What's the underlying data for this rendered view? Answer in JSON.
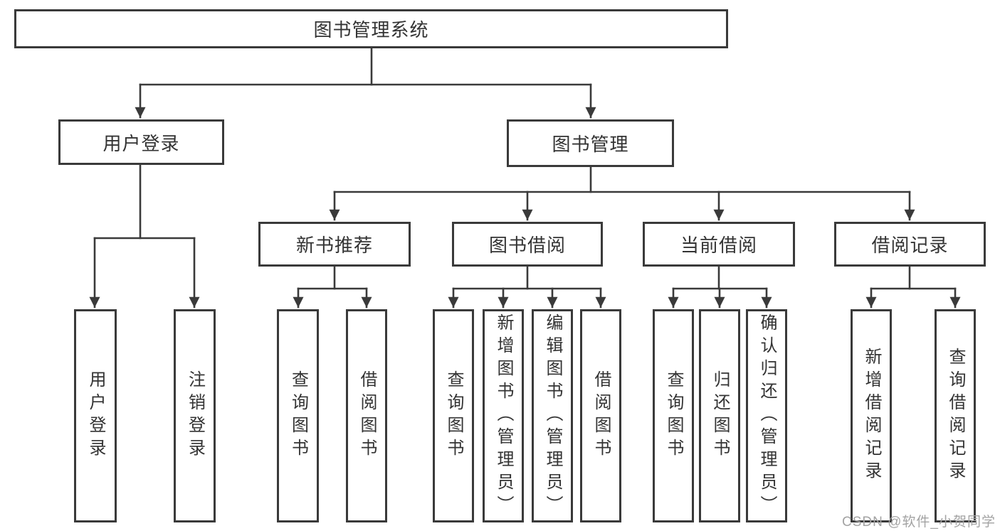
{
  "diagram": {
    "root": {
      "label": "图书管理系统"
    },
    "level2": [
      {
        "label": "用户登录"
      },
      {
        "label": "图书管理"
      }
    ],
    "level3": [
      {
        "label": "新书推荐",
        "parent": "图书管理"
      },
      {
        "label": "图书借阅",
        "parent": "图书管理"
      },
      {
        "label": "当前借阅",
        "parent": "图书管理"
      },
      {
        "label": "借阅记录",
        "parent": "图书管理"
      }
    ],
    "leaves": [
      {
        "label": "用户登录",
        "parent": "用户登录"
      },
      {
        "label": "注销登录",
        "parent": "用户登录"
      },
      {
        "label": "查询图书",
        "parent": "新书推荐"
      },
      {
        "label": "借阅图书",
        "parent": "新书推荐"
      },
      {
        "label": "查询图书",
        "parent": "图书借阅"
      },
      {
        "label": "新增图书（管理员）",
        "parent": "图书借阅"
      },
      {
        "label": "编辑图书（管理员）",
        "parent": "图书借阅"
      },
      {
        "label": "借阅图书",
        "parent": "图书借阅"
      },
      {
        "label": "查询图书",
        "parent": "当前借阅"
      },
      {
        "label": "归还图书",
        "parent": "当前借阅"
      },
      {
        "label": "确认归还（管理员）",
        "parent": "当前借阅"
      },
      {
        "label": "新增借阅记录",
        "parent": "借阅记录"
      },
      {
        "label": "查询借阅记录",
        "parent": "借阅记录"
      }
    ]
  },
  "watermark": "CSDN @软件_小贺同学",
  "colors": {
    "line": "#3a3a3a",
    "box_border": "#3a3a3a",
    "text": "#333333",
    "watermark": "#a3a3a3",
    "background": "#ffffff"
  }
}
